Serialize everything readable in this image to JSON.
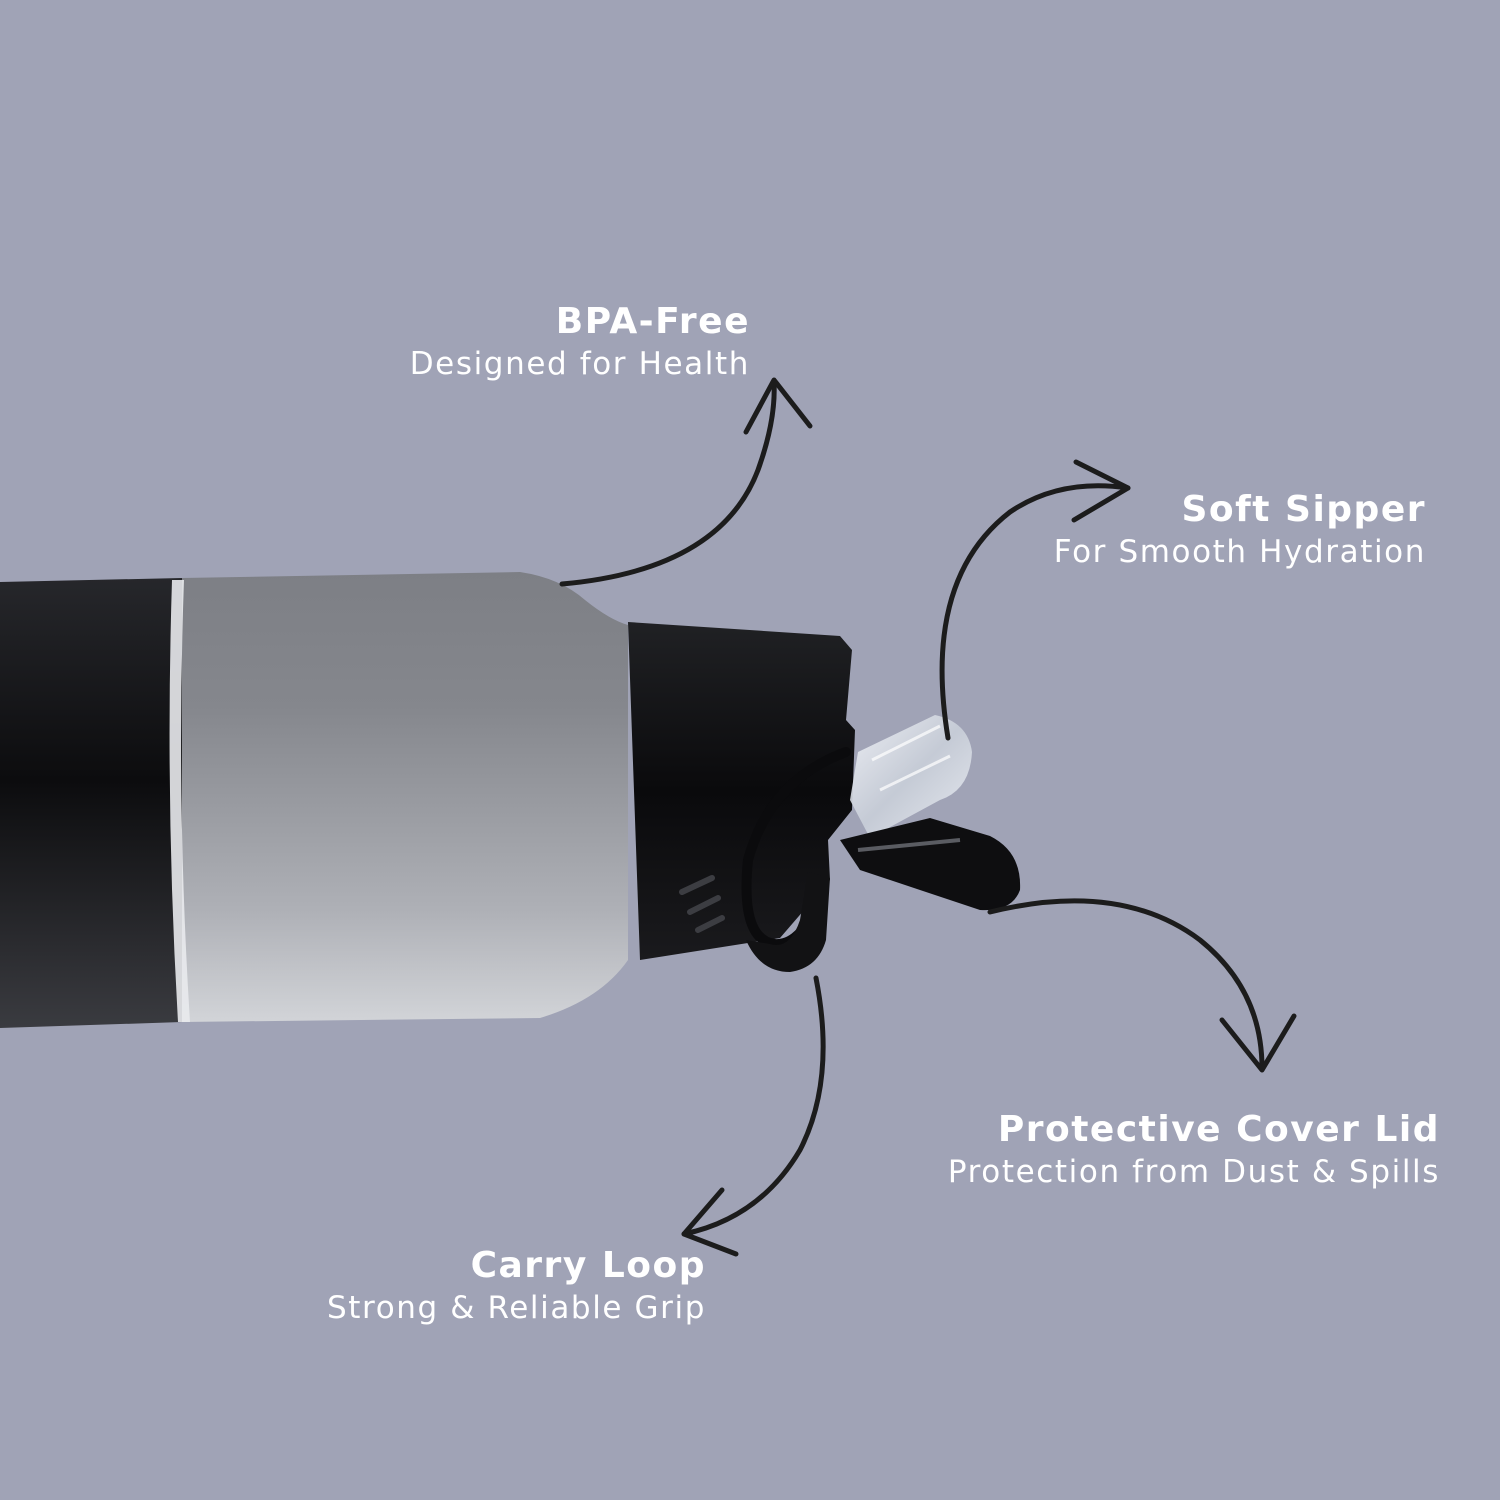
{
  "colors": {
    "background": "#a0a3b6",
    "text": "#ffffff",
    "arrow": "#1c1c1c",
    "bottle_black": "#121214",
    "bottle_silver": "#9a9ca3",
    "ring": "#e6e7ea",
    "cap": "#0d0d0f",
    "sipper": "#dde2ea"
  },
  "features": {
    "bpa": {
      "title": "BPA-Free",
      "subtitle": "Designed for Health"
    },
    "sipper": {
      "title": "Soft Sipper",
      "subtitle": "For Smooth Hydration"
    },
    "lid": {
      "title": "Protective Cover Lid",
      "subtitle": "Protection from Dust & Spills"
    },
    "loop": {
      "title": "Carry Loop",
      "subtitle": "Strong & Reliable Grip"
    }
  },
  "icons": {
    "arrows": [
      "curved-arrow-icon",
      "curved-arrow-icon",
      "curved-arrow-icon",
      "curved-arrow-icon"
    ]
  }
}
